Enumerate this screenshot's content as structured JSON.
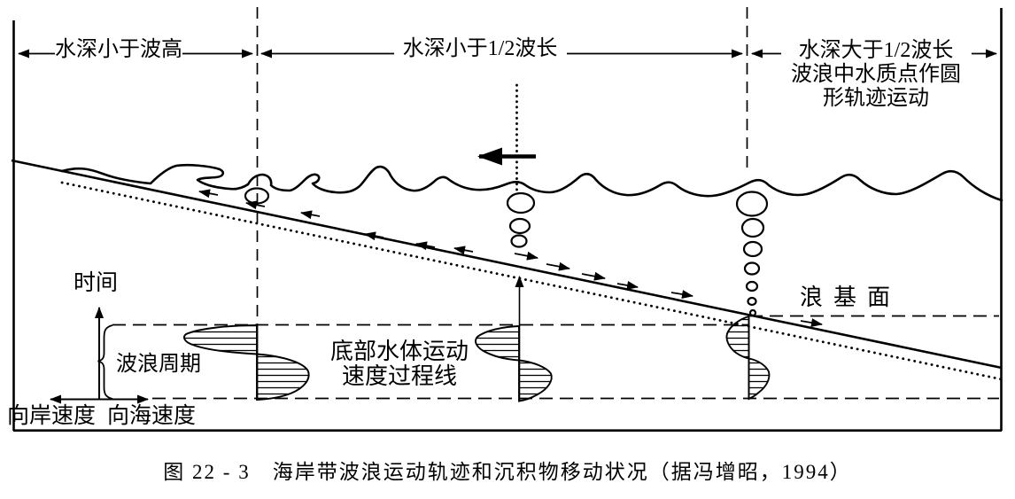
{
  "figure": {
    "top_zones": {
      "zone1": "水深小于波高",
      "zone2": "水深小于1/2波长",
      "zone3_line1": "水深大于1/2波长",
      "zone3_line2": "波浪中水质点作圆",
      "zone3_line3": "形轨迹运动"
    },
    "velocity_graph": {
      "time_axis": "时间",
      "wave_period": "波浪周期",
      "onshore_velocity": "向岸速度",
      "offshore_velocity": "向海速度",
      "profile_label_line1": "底部水体运动",
      "profile_label_line2": "速度过程线"
    },
    "wave_base": "浪基面",
    "caption": "图 22 - 3　海岸带波浪运动轨迹和沉积物移动状况（据冯增昭，1994）",
    "colors": {
      "ink": "#000000",
      "background": "#ffffff"
    }
  }
}
